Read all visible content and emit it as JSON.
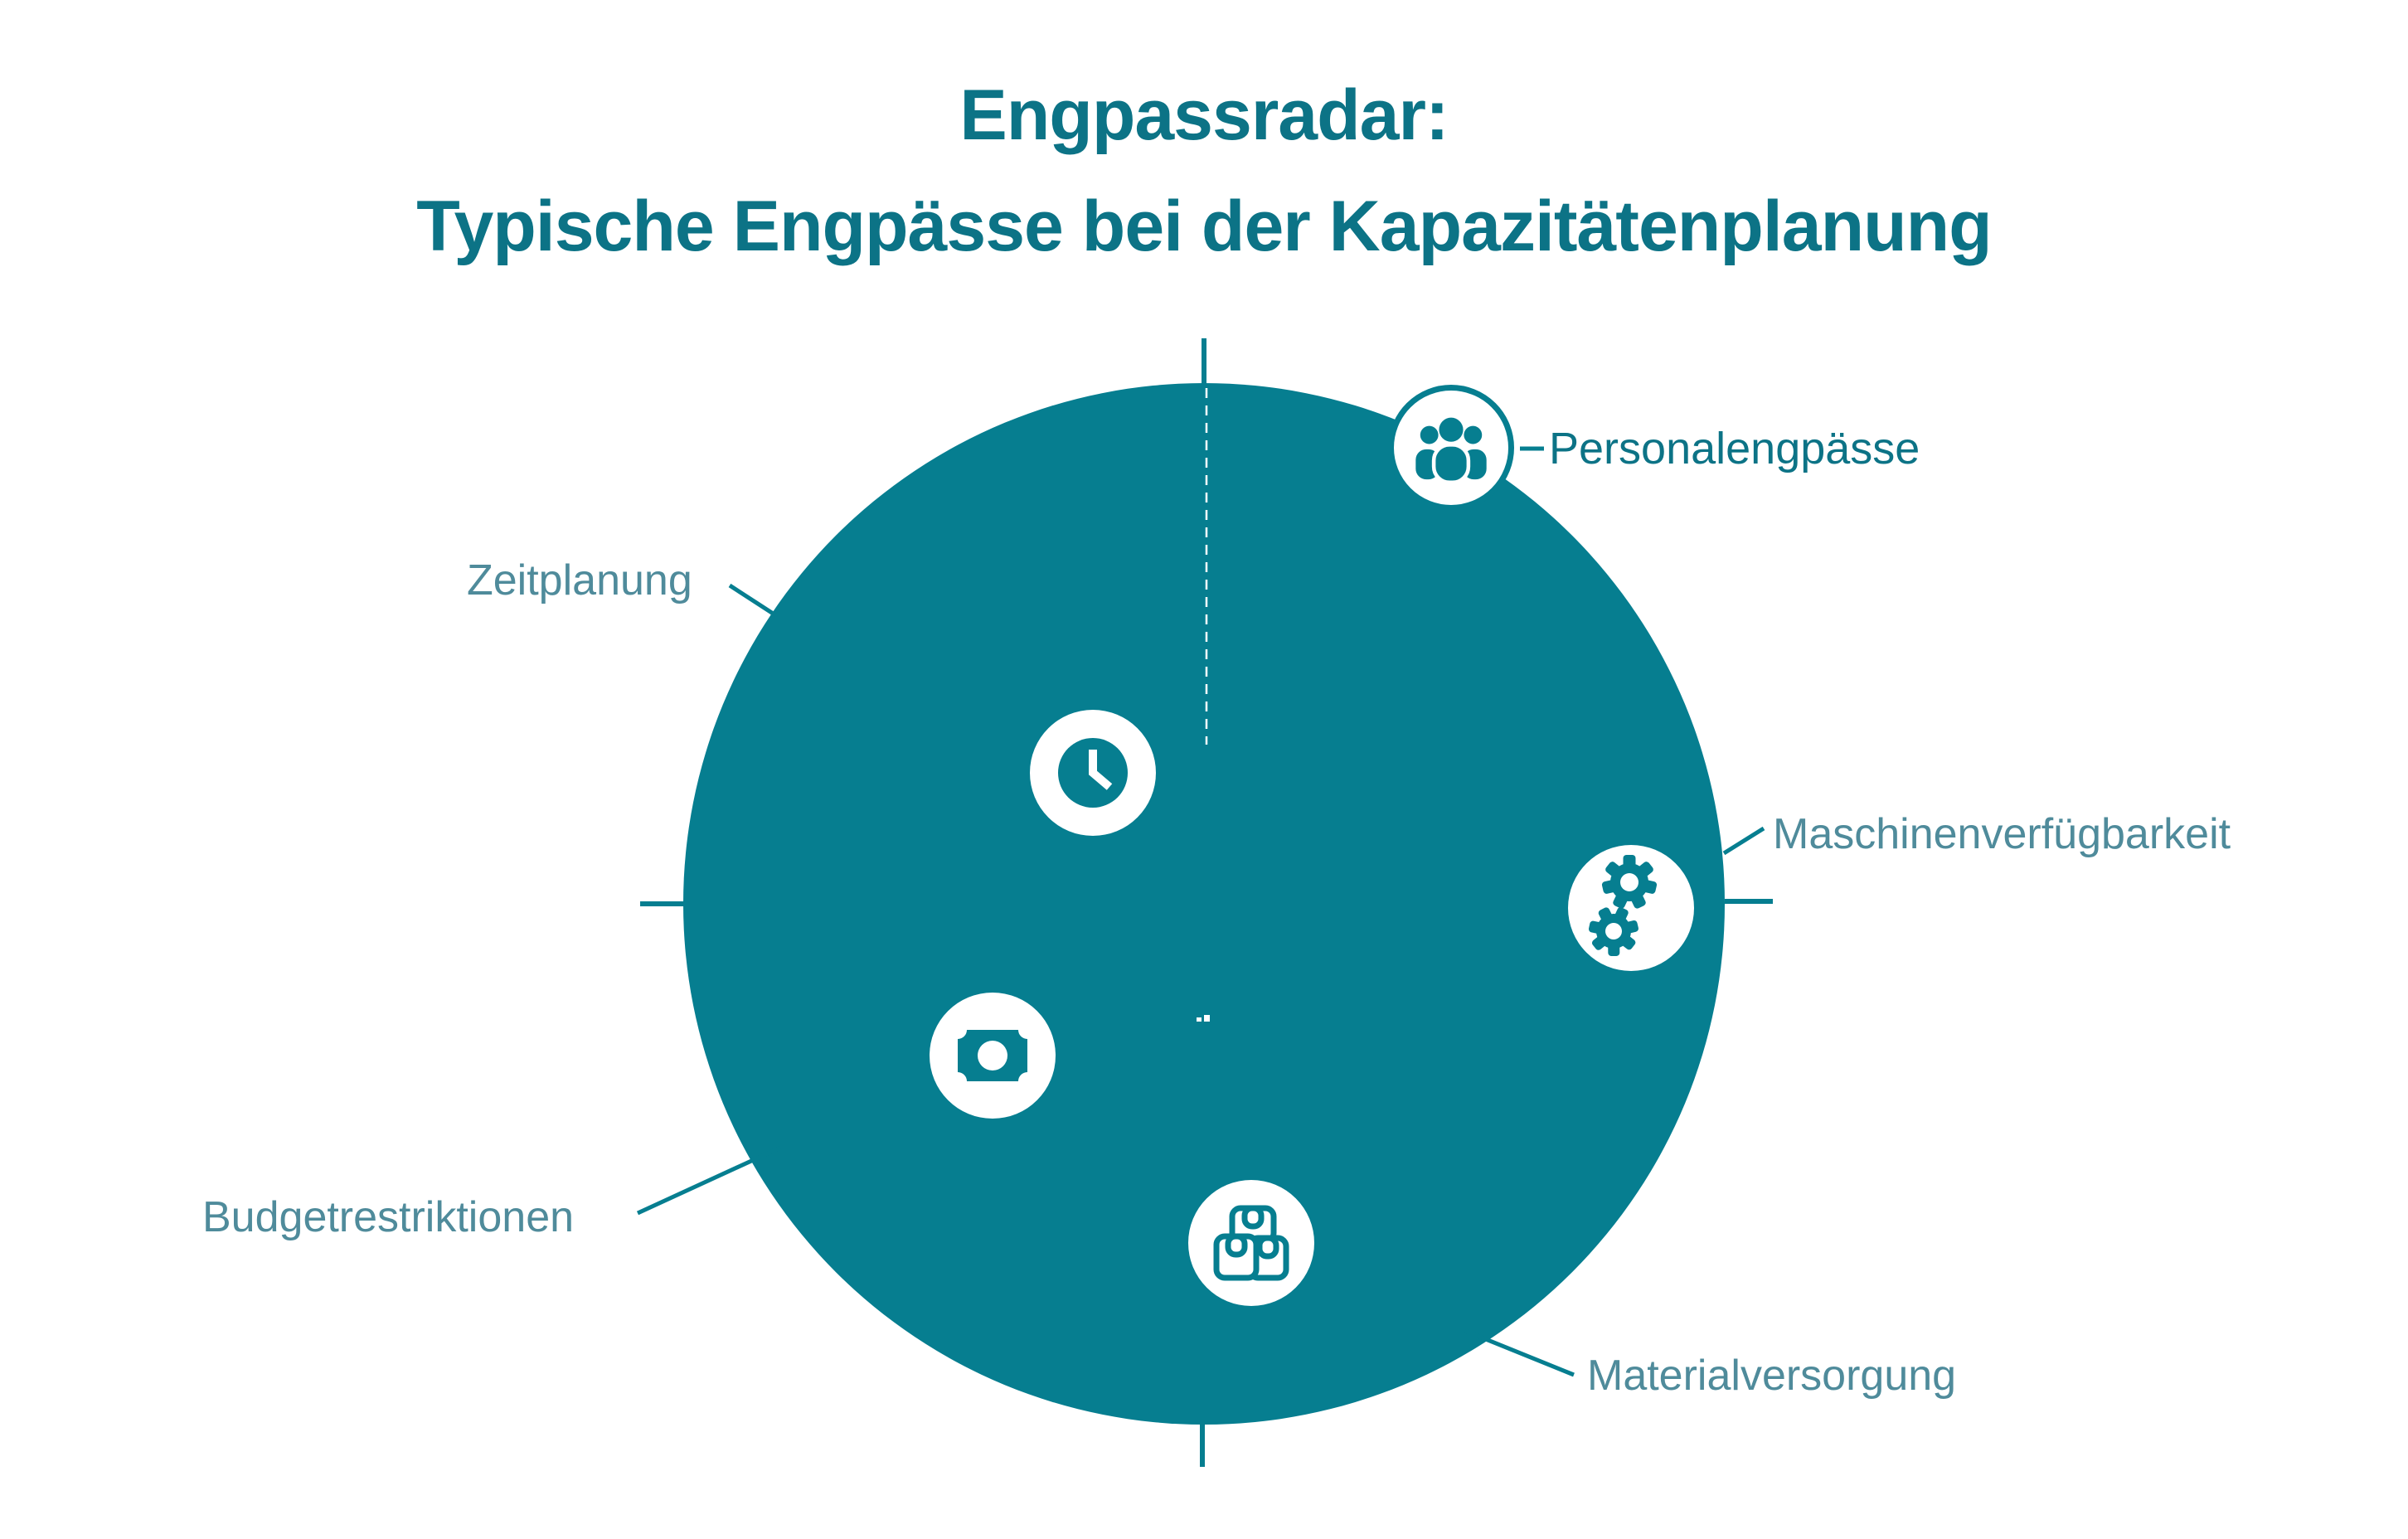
{
  "title": {
    "line1": "Engpassradar:",
    "line2": "Typische Engpässe bei der Kapazitätenplanung"
  },
  "colors": {
    "primary_teal": "#067E90",
    "dark_teal_text": "#0C7386",
    "muted_teal_text": "#4F8B9B",
    "icon_disc": "#FFFFFF"
  },
  "radar": {
    "items": [
      {
        "label": "Zeitplanung",
        "icon": "clock-icon"
      },
      {
        "label": "Personalengpässe",
        "icon": "people-icon"
      },
      {
        "label": "Maschinenverfügbarkeit",
        "icon": "gears-icon"
      },
      {
        "label": "Budgetrestriktionen",
        "icon": "money-icon"
      },
      {
        "label": "Materialversorgung",
        "icon": "packages-icon"
      }
    ]
  }
}
